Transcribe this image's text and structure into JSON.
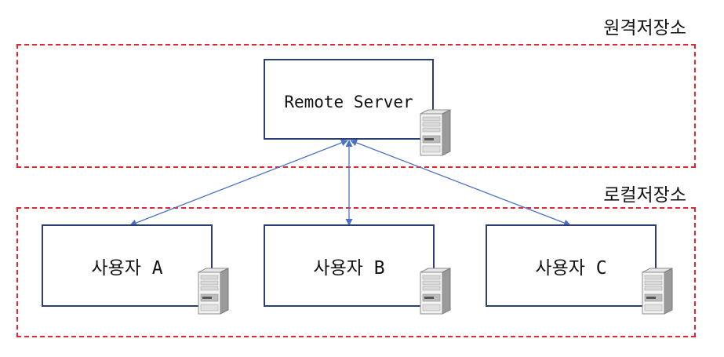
{
  "regions": {
    "remote": {
      "label": "원격저장소",
      "border_color": "#e8262a"
    },
    "local": {
      "label": "로컬저장소",
      "border_color": "#e8262a"
    }
  },
  "nodes": {
    "remote_server": {
      "label": "Remote Server",
      "icon": "server-icon"
    },
    "user_a": {
      "label": "사용자 A",
      "icon": "server-icon"
    },
    "user_b": {
      "label": "사용자 B",
      "icon": "server-icon"
    },
    "user_c": {
      "label": "사용자 C",
      "icon": "server-icon"
    }
  },
  "connections": [
    {
      "from": "user_a",
      "to": "remote_server",
      "bidirectional": true
    },
    {
      "from": "user_b",
      "to": "remote_server",
      "bidirectional": true
    },
    {
      "from": "user_c",
      "to": "remote_server",
      "bidirectional": true
    }
  ],
  "colors": {
    "node_border": "#2b3f73",
    "arrow": "#4a72c4"
  }
}
